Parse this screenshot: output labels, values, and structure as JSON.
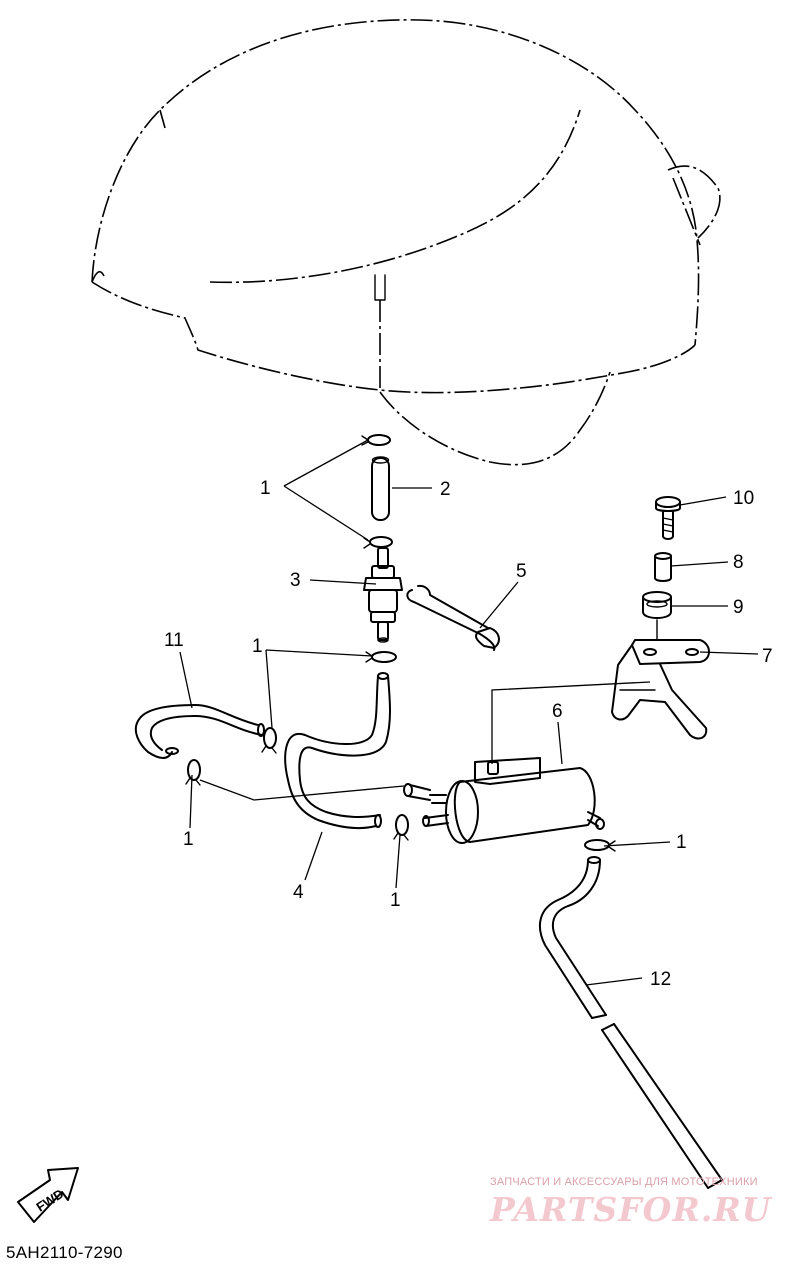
{
  "diagram": {
    "part_code": "5AH2110-7290",
    "fwd_label": "FWD",
    "callouts": {
      "c1a": "1",
      "c1b": "1",
      "c1c": "1",
      "c1d": "1",
      "c1e": "1",
      "c2": "2",
      "c3": "3",
      "c4": "4",
      "c5": "5",
      "c6": "6",
      "c7": "7",
      "c8": "8",
      "c9": "9",
      "c10": "10",
      "c11": "11",
      "c12": "12"
    }
  },
  "watermark": {
    "line1": "ЗАПЧАСТИ И АКСЕССУАРЫ ДЛЯ МОТОТЕХНИКИ",
    "logo": "PARTSFOR.RU",
    "colors": {
      "text": "#d9a0a8",
      "logo": "#f3c9cf"
    }
  }
}
